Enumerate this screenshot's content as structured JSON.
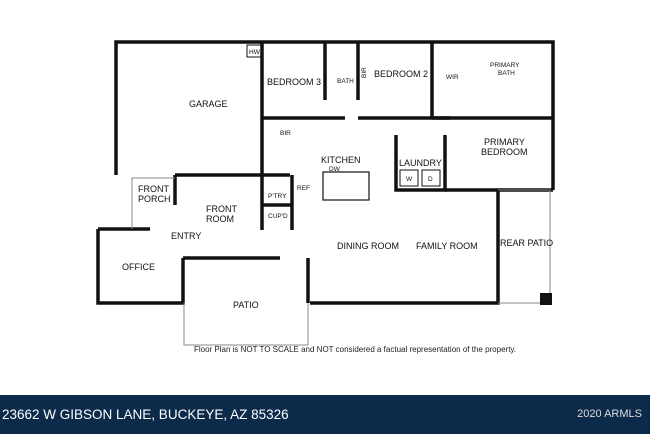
{
  "rooms": {
    "garage": "GARAGE",
    "hw": "HW",
    "bedroom3": "BEDROOM 3",
    "bath": "BATH",
    "bir_top": "BIR",
    "bedroom2": "BEDROOM 2",
    "wir": "WIR",
    "primary_bath_1": "PRIMARY",
    "primary_bath_2": "BATH",
    "bir": "BIR",
    "kitchen": "KITCHEN",
    "dw": "DW",
    "laundry": "LAUNDRY",
    "washer": "W",
    "dryer": "D",
    "primary_bedroom_1": "PRIMARY",
    "primary_bedroom_2": "BEDROOM",
    "front_porch_1": "FRONT",
    "front_porch_2": "PORCH",
    "front_room_1": "FRONT",
    "front_room_2": "ROOM",
    "ptry": "P'TRY",
    "ref": "REF",
    "cupd": "CUP'D",
    "entry": "ENTRY",
    "office": "OFFICE",
    "dining_room": "DINING ROOM",
    "family_room": "FAMILY ROOM",
    "rear_patio": "REAR PATIO",
    "patio": "PATIO"
  },
  "disclaimer": "Floor Plan is NOT TO SCALE and NOT considered a factual representation of the property.",
  "footer": {
    "address": "23662 W GIBSON LANE, BUCKEYE, AZ 85326",
    "copyright": "2020 ARMLS",
    "background": "#0c2a4a"
  }
}
